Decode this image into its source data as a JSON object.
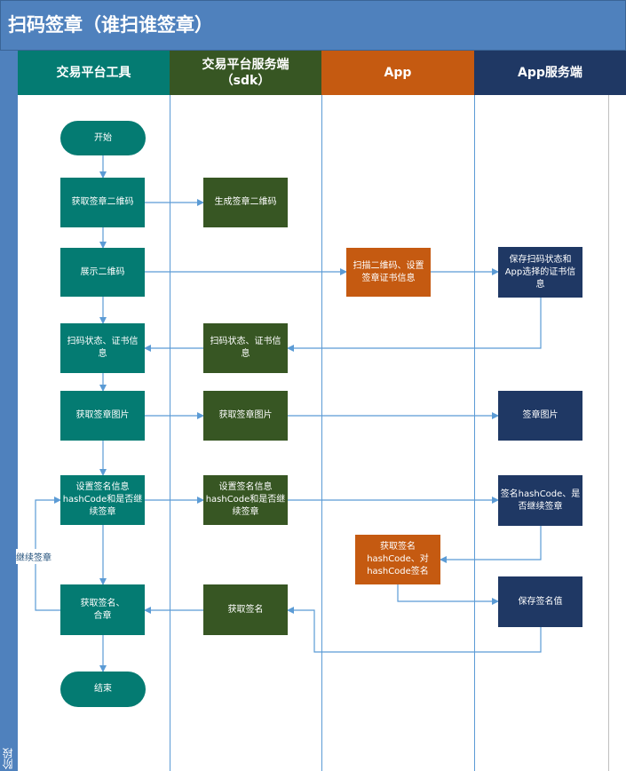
{
  "title": "扫码签章（谁扫谁签章）",
  "phase_label": "阶段",
  "lanes": [
    "交易平台工具",
    "交易平台服务端\n（sdk）",
    "App",
    "App服务端"
  ],
  "nodes": {
    "start": "开始",
    "get_qr": "获取签章二维码",
    "gen_qr": "生成签章二维码",
    "show_qr": "展示二维码",
    "scan_qr": "扫描二维码、设置\n签章证书信息",
    "save_scan": "保存扫码状态和\nApp选择的证书信\n息",
    "scan_status_tool": "扫码状态、证书信\n息",
    "scan_status_sdk": "扫码状态、证书信\n息",
    "get_img_tool": "获取签章图片",
    "get_img_sdk": "获取签章图片",
    "sign_img": "签章图片",
    "set_info_tool": "设置签名信息\nhashCode和是否继\n续签章",
    "set_info_sdk": "设置签名信息\nhashCode和是否继\n续签章",
    "sign_hash_server": "签名hashCode、是\n否继续签章",
    "app_sign": "获取签名\nhashCode、对\nhashCode签名",
    "save_sign": "保存签名值",
    "get_sign_tool": "获取签名、\n合章",
    "get_sign_sdk": "获取签名",
    "end": "结束"
  },
  "loop_label": "继续签章",
  "colors": {
    "title_bg": "#4f81bd",
    "tool": "#047b72",
    "sdk": "#375623",
    "app": "#c55a11",
    "app_server": "#1f3864",
    "arrow": "#5b9bd5"
  }
}
